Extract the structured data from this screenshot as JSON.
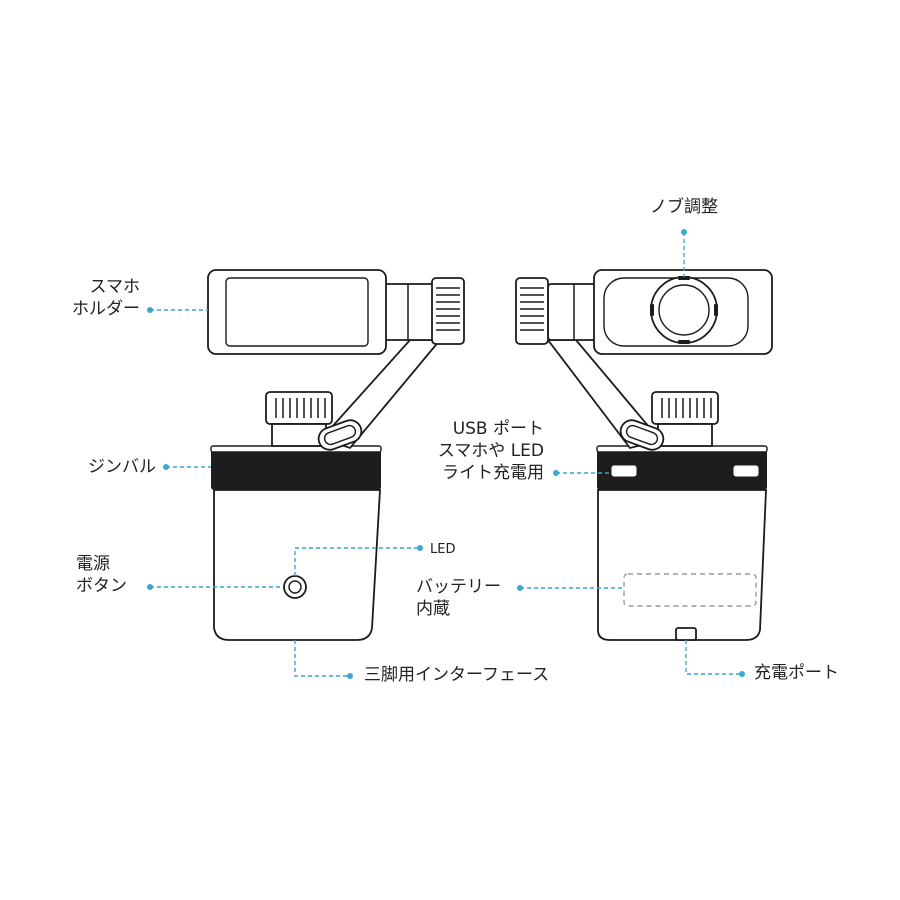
{
  "labels": {
    "phone_holder": [
      "スマホ",
      "ホルダー"
    ],
    "knob_adjust": "ノブ調整",
    "gimbal": "ジンバル",
    "usb_port": [
      "USB ポート",
      "スマホや LED",
      "ライト充電用"
    ],
    "led": "LED",
    "power_button": [
      "電源",
      "ボタン"
    ],
    "battery": [
      "バッテリー",
      "内蔵"
    ],
    "tripod_interface": "三脚用インターフェース",
    "charging_port": "充電ポート"
  },
  "colors": {
    "leader_line": "#3aa8cf",
    "outline": "#1b1b1b",
    "band": "#1d1d1d"
  }
}
